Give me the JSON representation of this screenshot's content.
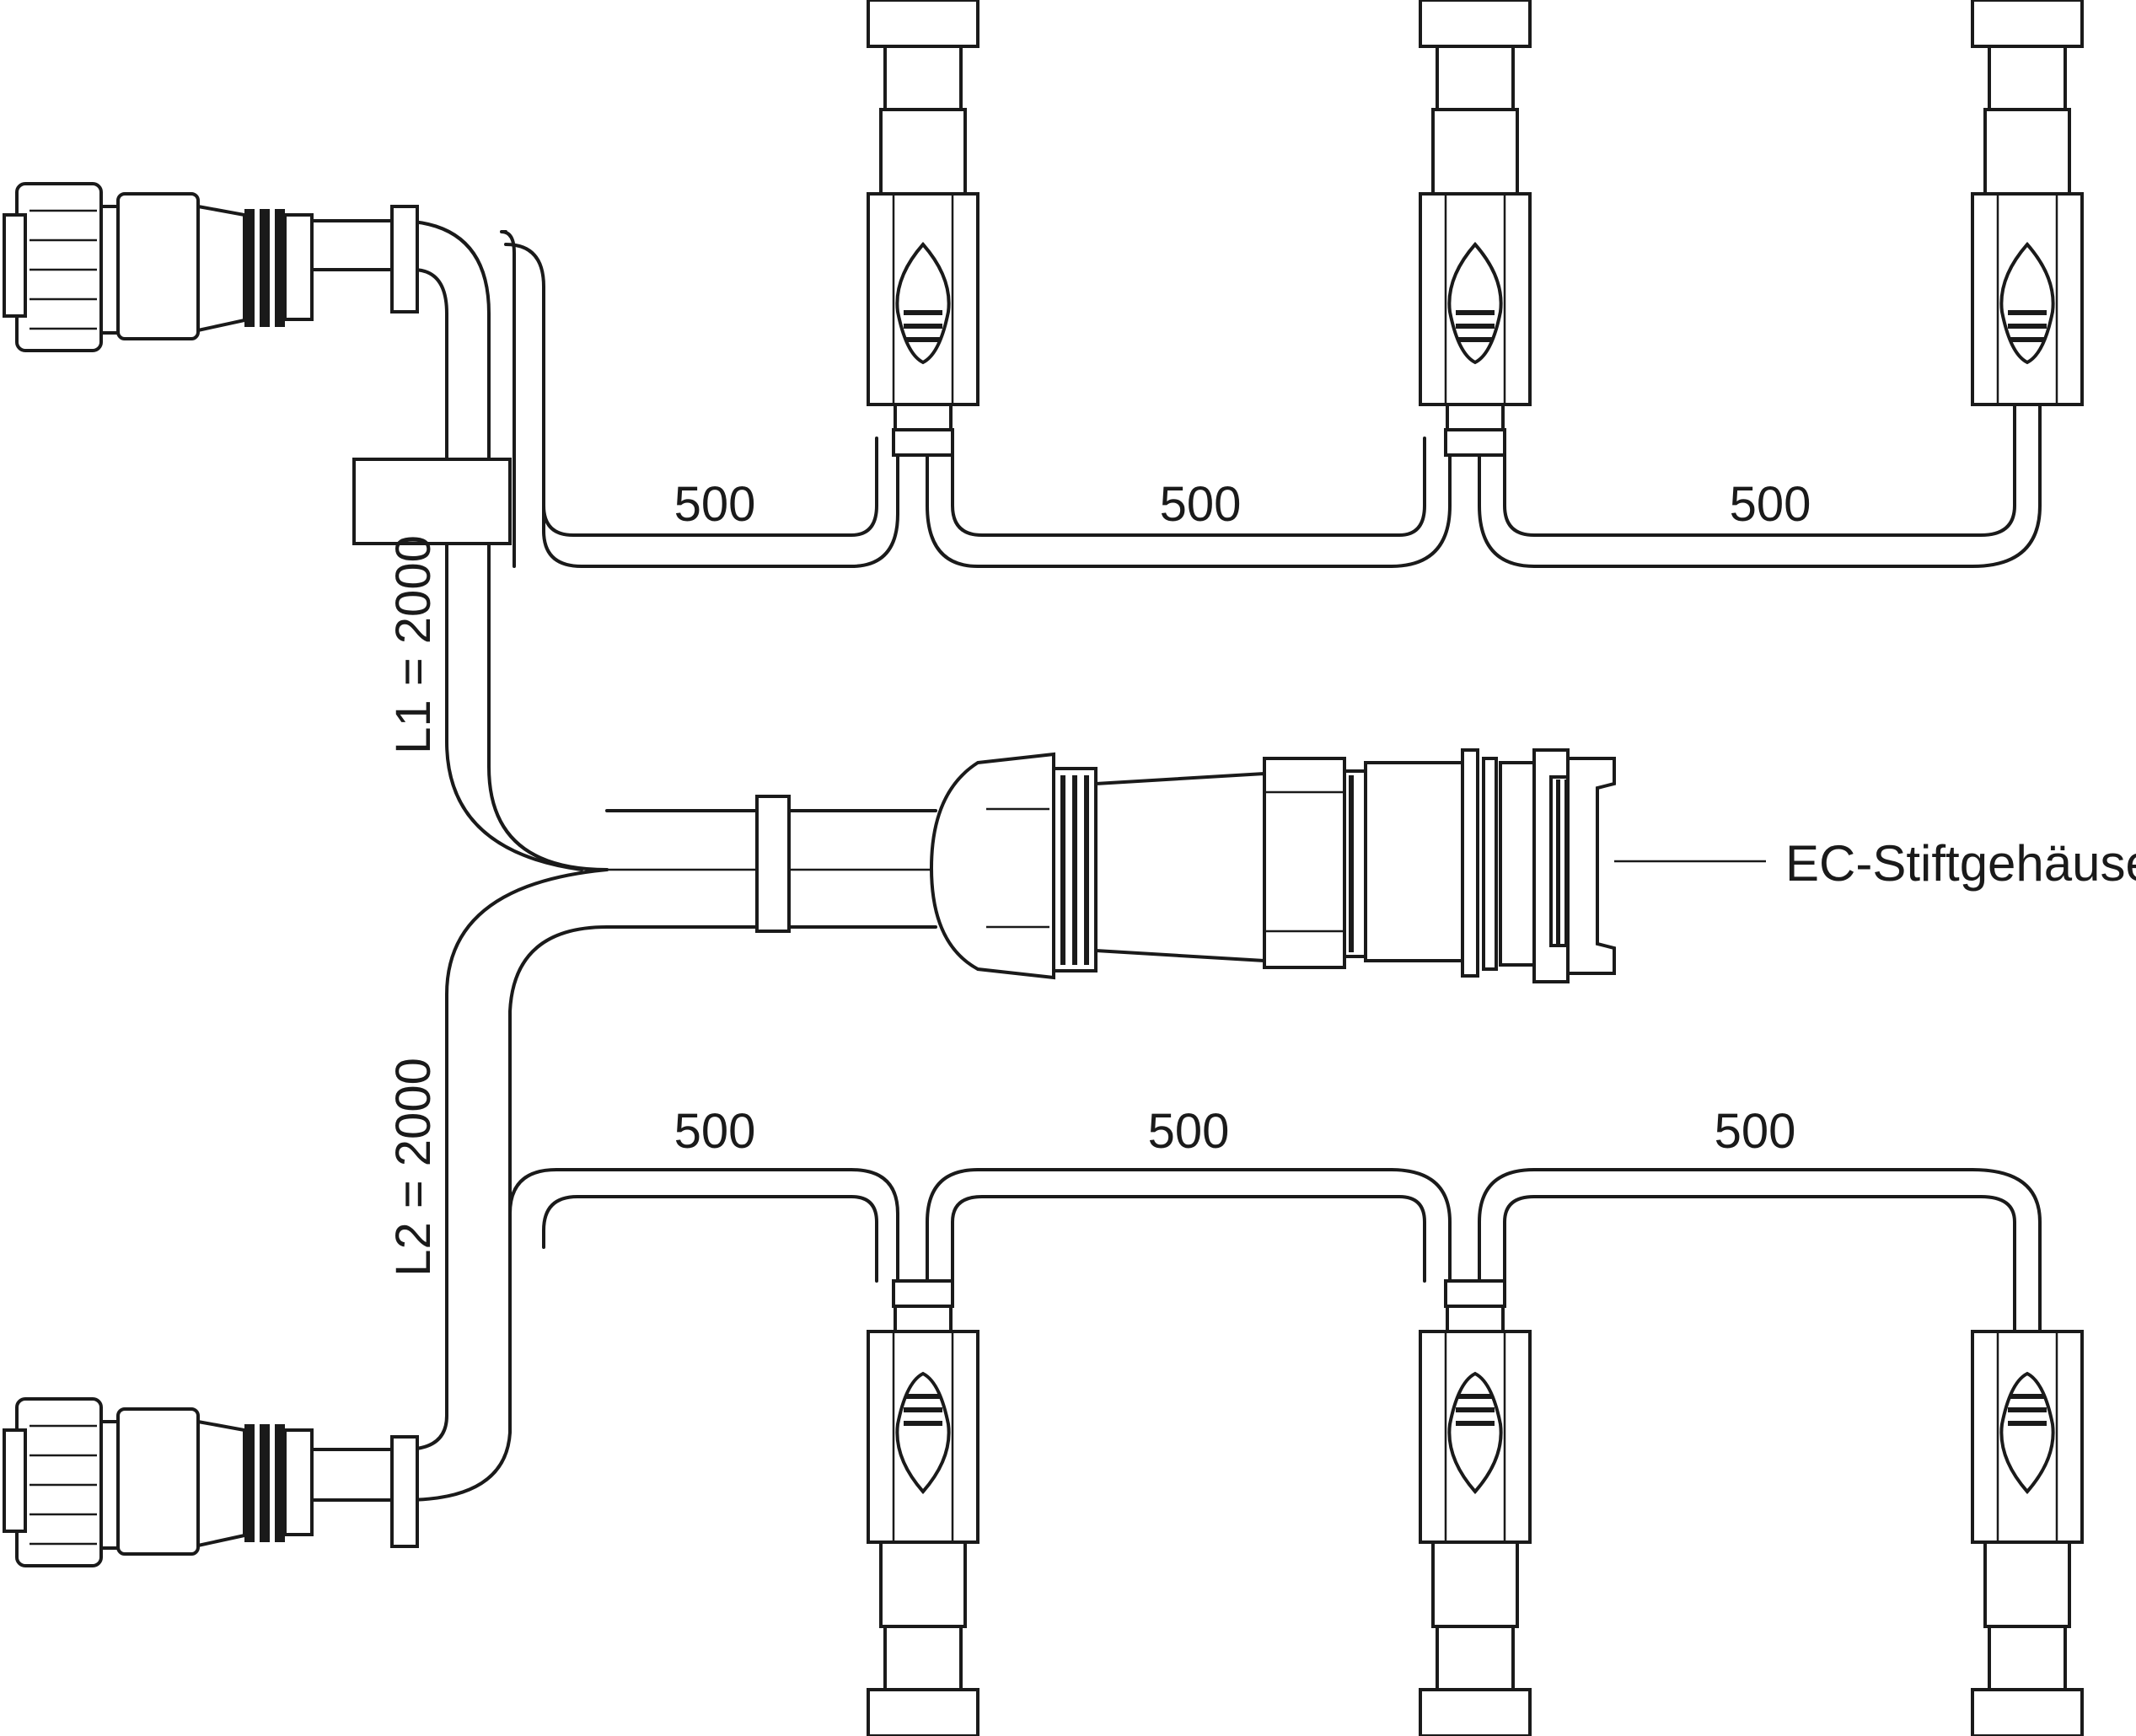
{
  "labels": {
    "upper_segments": [
      "500",
      "500",
      "500"
    ],
    "lower_segments": [
      "500",
      "500",
      "500"
    ],
    "l1": "L1 = 2000",
    "l2": "L2 = 2000",
    "ec_housing": "EC-Stiftgehäuse"
  },
  "colors": {
    "line": "#1a1a1a",
    "background": "#ffffff"
  }
}
